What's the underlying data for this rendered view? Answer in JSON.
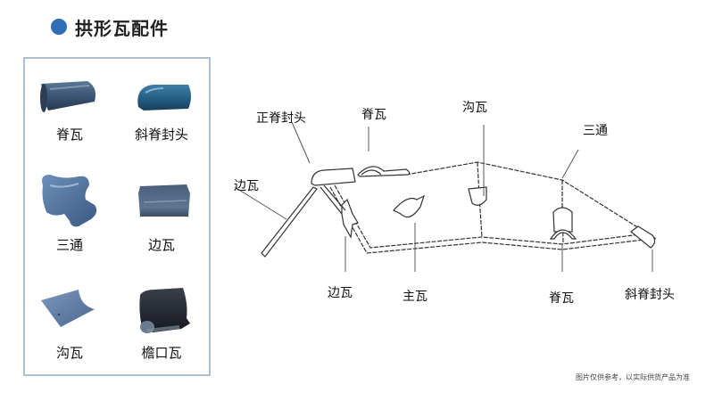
{
  "header": {
    "title": "拱形瓦配件",
    "accent_color": "#2f6fb5"
  },
  "panel": {
    "border_color": "#aebfcf",
    "items": [
      {
        "label": "脊瓦",
        "icon": "ridge-tile-icon"
      },
      {
        "label": "斜脊封头",
        "icon": "hip-ridge-end-cap-icon"
      },
      {
        "label": "三通",
        "icon": "three-way-tile-icon"
      },
      {
        "label": "边瓦",
        "icon": "edge-tile-icon"
      },
      {
        "label": "沟瓦",
        "icon": "gutter-tile-icon"
      },
      {
        "label": "檐口瓦",
        "icon": "eave-tile-icon"
      }
    ]
  },
  "diagram": {
    "labels": {
      "ridge_end_cap": "正脊封头",
      "ridge_tile_top": "脊瓦",
      "gutter_tile": "沟瓦",
      "three_way": "三通",
      "edge_tile_left": "边瓦",
      "edge_tile_bottom": "边瓦",
      "main_tile": "主瓦",
      "ridge_tile_bottom": "脊瓦",
      "hip_ridge_end_cap": "斜脊封头"
    }
  },
  "footnote": "图片仅供参考，以实际供货产品为准"
}
